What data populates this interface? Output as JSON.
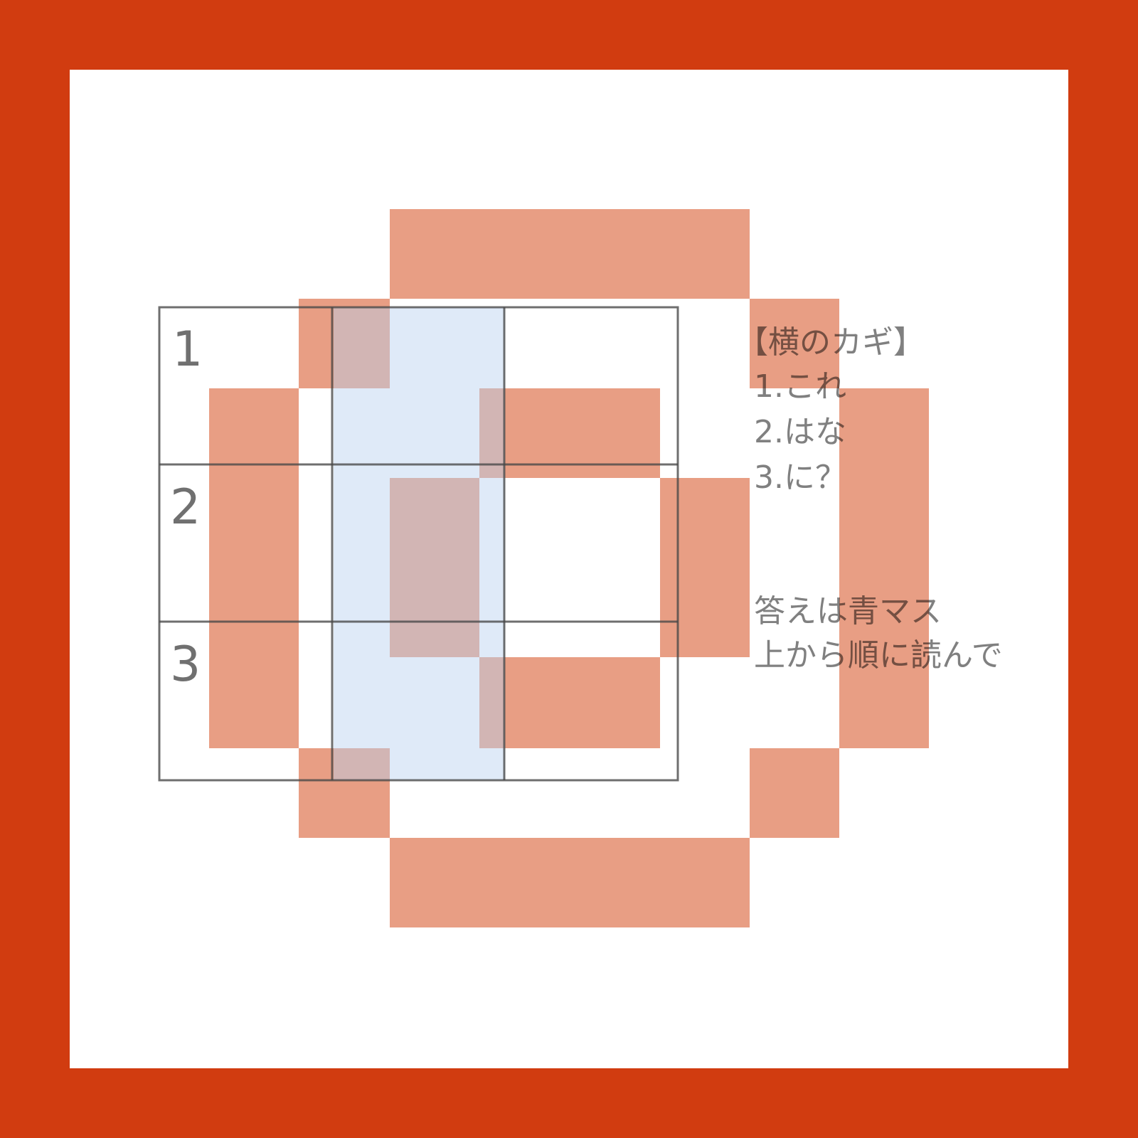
{
  "puzzle": {
    "row_numbers": [
      "1",
      "2",
      "3"
    ],
    "clues_heading": "【横のカギ】",
    "clues": [
      "1.これ",
      "2.はな",
      "3.に？"
    ],
    "instructions": [
      "答えは青マス",
      "上から順に読んで"
    ]
  },
  "colors": {
    "frame": "#d13c10",
    "background": "#ffffff",
    "pixel_art": "#e89e84",
    "answer_column": "#b9d0f0",
    "grid_lines": "#7a7a7a"
  }
}
